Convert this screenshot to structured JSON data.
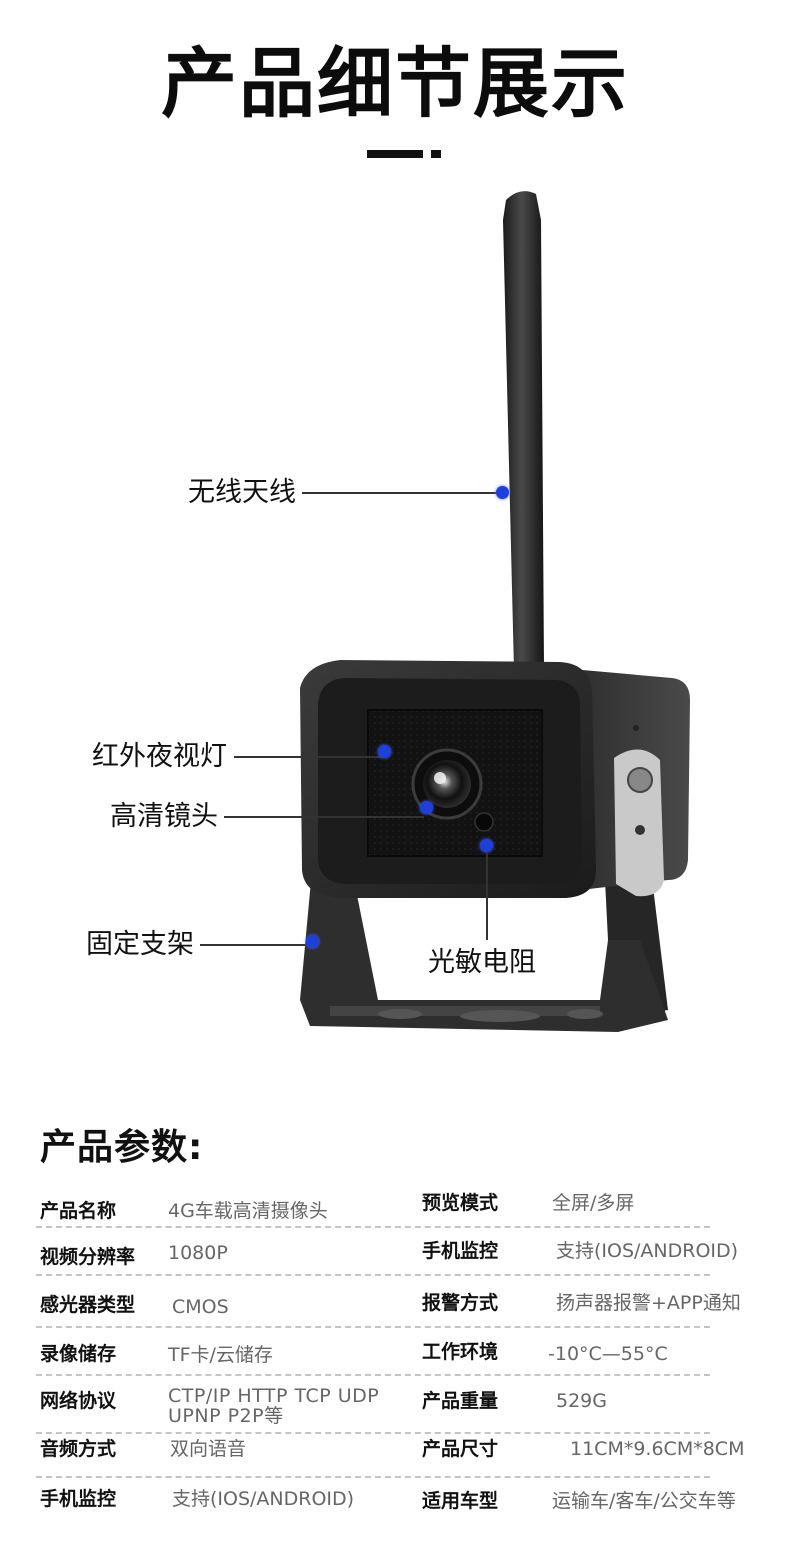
{
  "header": {
    "title": "产品细节展示"
  },
  "callouts": {
    "antenna": "无线天线",
    "ir_light": "红外夜视灯",
    "lens": "高清镜头",
    "bracket": "固定支架",
    "photoresistor": "光敏电阻"
  },
  "colors": {
    "accent_dot": "#1f3fdc",
    "camera_body": "#2a2a2a",
    "text": "#111111",
    "value_text": "#666666"
  },
  "specs": {
    "heading": "产品参数:",
    "left": [
      {
        "label": "产品名称",
        "value": "4G车载高清摄像头"
      },
      {
        "label": "视频分辨率",
        "value": "1080P"
      },
      {
        "label": "感光器类型",
        "value": "CMOS"
      },
      {
        "label": "录像储存",
        "value": "TF卡/云储存"
      },
      {
        "label": "网络协议",
        "value": "CTP/IP HTTP TCP UDP UPNP P2P等"
      },
      {
        "label": "音频方式",
        "value": "双向语音"
      },
      {
        "label": "手机监控",
        "value": "支持(IOS/ANDROID)"
      }
    ],
    "right": [
      {
        "label": "预览模式",
        "value": "全屏/多屏"
      },
      {
        "label": "手机监控",
        "value": "支持(IOS/ANDROID)"
      },
      {
        "label": "报警方式",
        "value": "扬声器报警+APP通知"
      },
      {
        "label": "工作环境",
        "value": "-10°C—55°C"
      },
      {
        "label": "产品重量",
        "value": "529G"
      },
      {
        "label": "产品尺寸",
        "value": "11CM*9.6CM*8CM"
      },
      {
        "label": "适用车型",
        "value": "运输车/客车/公交车等"
      }
    ]
  }
}
